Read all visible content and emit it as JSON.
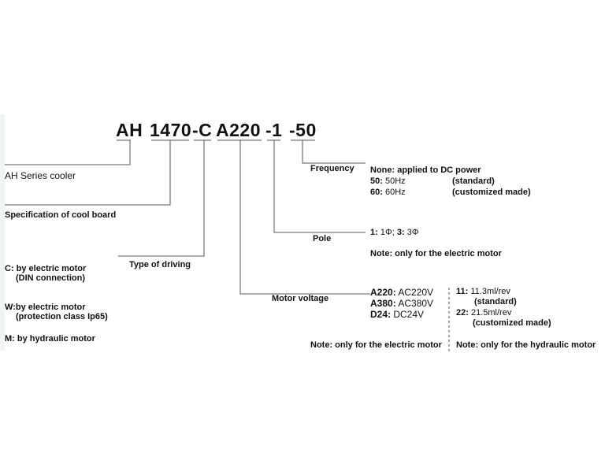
{
  "code": {
    "p1": "AH",
    "p2": "1470",
    "p3": "-C",
    "p4": "A220",
    "p5": "-1",
    "p6": "-50"
  },
  "left": {
    "series": "AH Series cooler",
    "spec": "Specification of cool board",
    "c_key": "C:",
    "c_line1": " by electric motor",
    "c_line2": "(DIN connection)",
    "w_key": "W:",
    "w_line1": "by electric motor",
    "w_line2": "(protection class Ip65)",
    "m_key": "M:",
    "m_line1": " by hydraulic motor"
  },
  "labels": {
    "frequency": "Frequency",
    "pole": "Pole",
    "type_of_driving": "Type of driving",
    "motor_voltage": "Motor voltage"
  },
  "frequency": {
    "none": "None: applied to DC power",
    "k50": "50:",
    "v50": " 50Hz",
    "n50": "(standard)",
    "k60": "60:",
    "v60": " 60Hz",
    "n60": "(customized made)"
  },
  "pole": {
    "k1": "1:",
    "v1": " 1Φ; ",
    "k3": "3:",
    "v3": " 3Φ",
    "note": "Note: only for the electric motor"
  },
  "voltage": {
    "k1": "A220:",
    "v1": " AC220V",
    "k2": "A380:",
    "v2": " AC380V",
    "k3": "D24:",
    "v3": " DC24V",
    "note": "Note: only for the electric motor"
  },
  "hydraulic": {
    "k11": "11:",
    "v11": " 11.3ml/rev",
    "n11": "(standard)",
    "k22": "22:",
    "v22": " 21.5ml/rev",
    "n22": "(customized made)",
    "note": "Note: only for the hydraulic motor"
  }
}
